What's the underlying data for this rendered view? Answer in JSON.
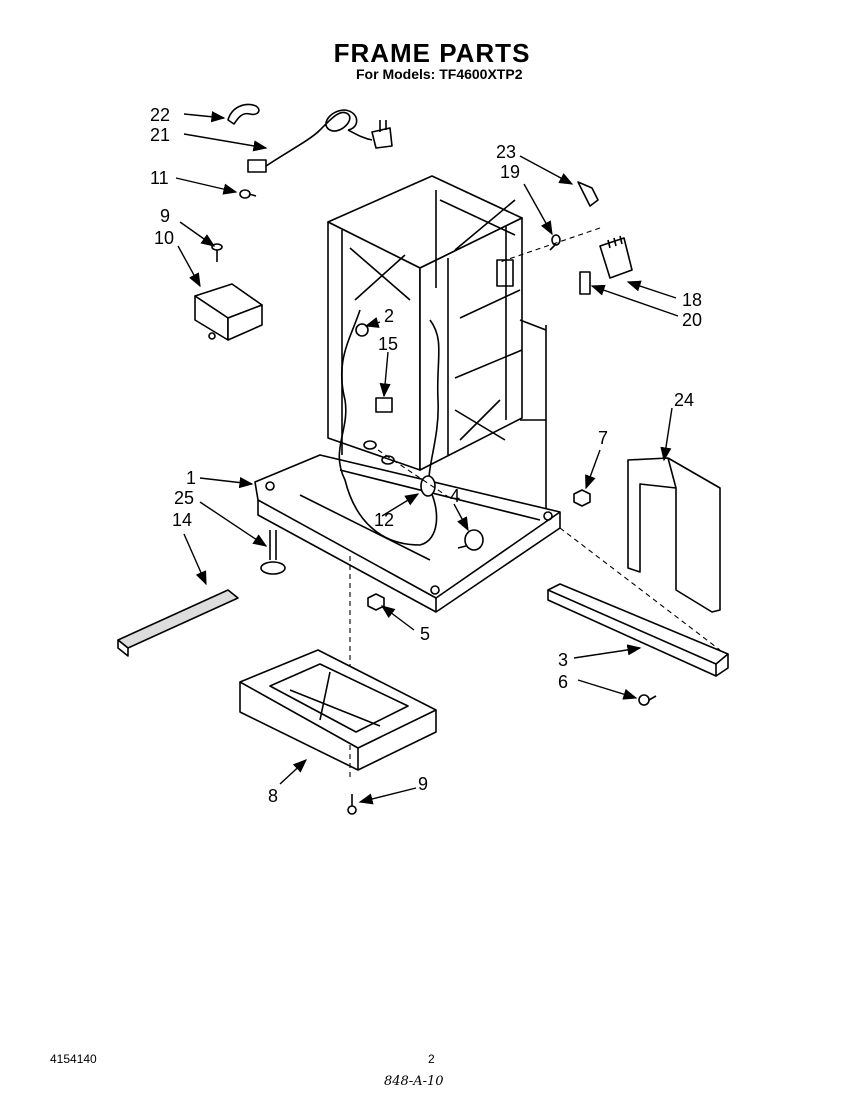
{
  "header": {
    "title": "FRAME PARTS",
    "subtitle": "For Models:  TF4600XTP2"
  },
  "callouts": {
    "c22": "22",
    "c21": "21",
    "c11": "11",
    "c9a": "9",
    "c10": "10",
    "c23": "23",
    "c19": "19",
    "c18": "18",
    "c20": "20",
    "c2": "2",
    "c15": "15",
    "c24": "24",
    "c7": "7",
    "c1": "1",
    "c25": "25",
    "c14": "14",
    "c12": "12",
    "c4": "4",
    "c5": "5",
    "c3": "3",
    "c6": "6",
    "c8": "8",
    "c9b": "9"
  },
  "footer": {
    "doc_number": "4154140",
    "page_number": "2",
    "handwritten_code": "848-A-10"
  }
}
